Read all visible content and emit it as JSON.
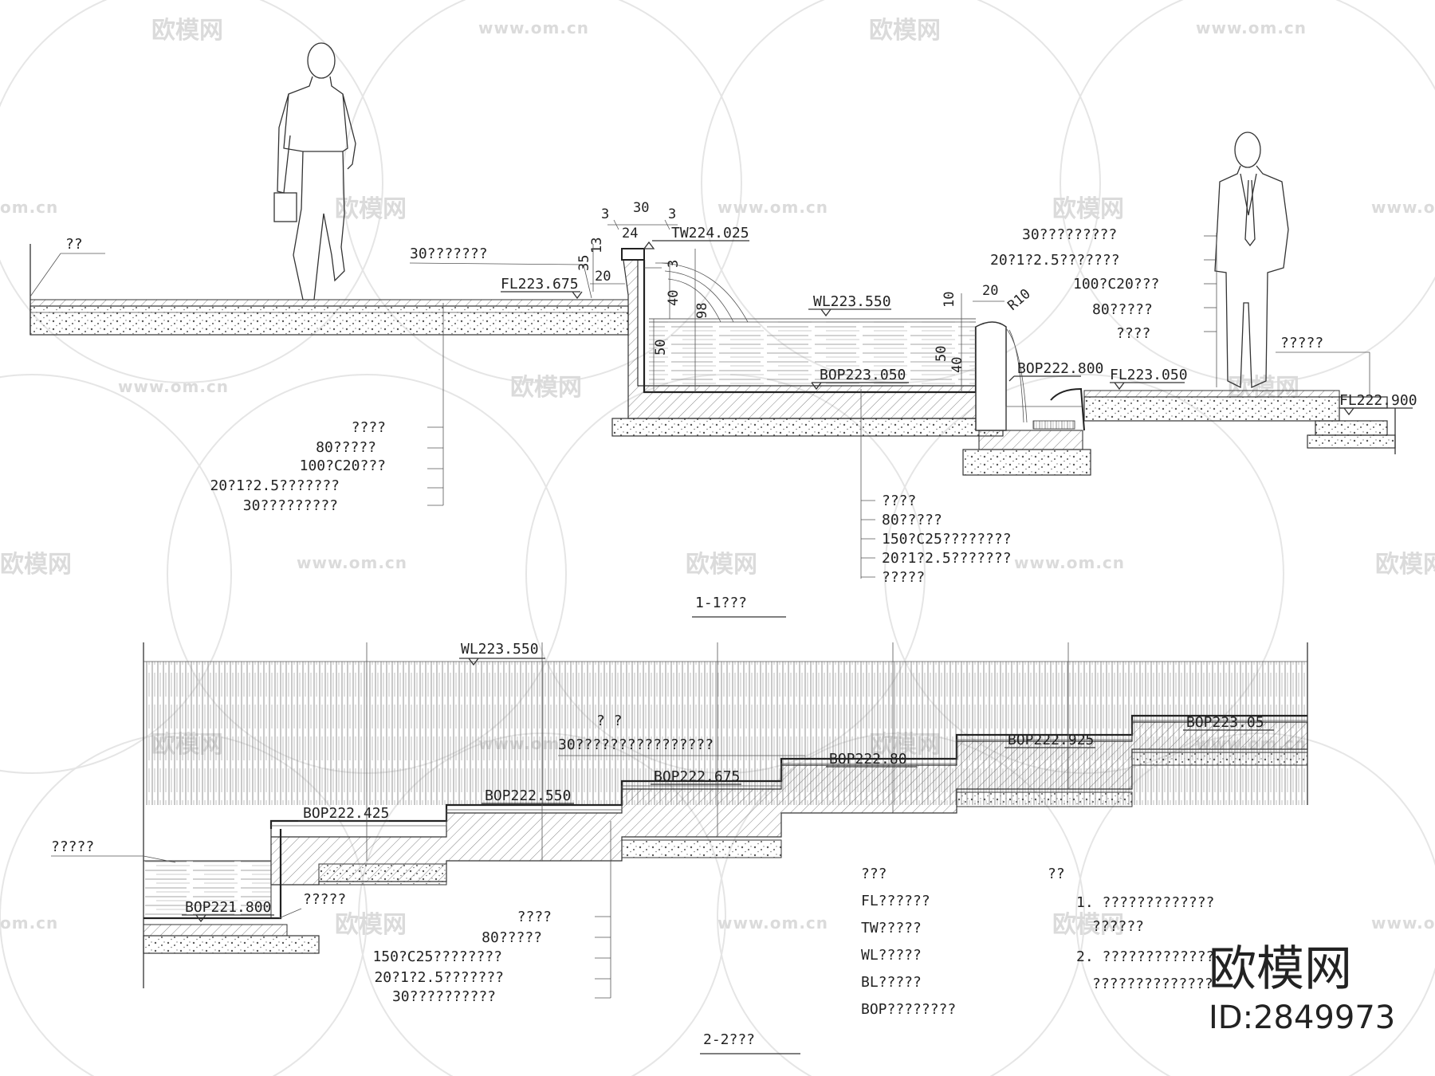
{
  "watermark": {
    "brand": "欧模网",
    "url": "www.om.cn",
    "url_short": "om.cn"
  },
  "brand_mark": {
    "name": "欧模网",
    "id": "ID:2849973"
  },
  "section_1": {
    "title": "1-1???",
    "left_label": "??",
    "top_note": "30???????",
    "left_layers": [
      "????",
      "80?????",
      "100?C20???",
      "20?1?2.5???????",
      "30?????????"
    ],
    "pool_layers": [
      "????",
      "80?????",
      "150?C25????????",
      "20?1?2.5???????",
      "?????"
    ],
    "right_layers": [
      "30?????????",
      "20?1?2.5???????",
      "100?C20???",
      "80?????",
      "????"
    ],
    "right_edge_label": "?????",
    "elevations": {
      "fl_left": "FL223.675",
      "tw": "TW224.025",
      "wl": "WL223.550",
      "bop_pool": "BOP223.050",
      "bop_lower": "BOP222.800",
      "fl_right": "FL223.050",
      "fl_far": "FL222.900"
    },
    "dims": {
      "d30": "30",
      "d3a": "3",
      "d3b": "3",
      "d24": "24",
      "d13": "13",
      "d35": "35",
      "d20a": "20",
      "d3c": "3",
      "d40a": "40",
      "d98": "98",
      "d50a": "50",
      "d10": "10",
      "d20b": "20",
      "r10": "R10",
      "d50b": "50",
      "d40b": "40"
    }
  },
  "section_2": {
    "title": "2-2???",
    "wl": "WL223.550",
    "note_small": "?   ?",
    "note_long": "30????????????????",
    "left_label": "?????",
    "bottom_label": "?????",
    "bop_steps": [
      "BOP221.800",
      "BOP222.425",
      "BOP222.550",
      "BOP222.675",
      "BOP222.80",
      "BOP222.925",
      "BOP223.05"
    ],
    "layers": [
      "????",
      "80?????",
      "150?C25????????",
      "20?1?2.5???????",
      "30??????????"
    ]
  },
  "legend": {
    "header": "???",
    "items": [
      "FL??????",
      "TW?????",
      "WL?????",
      "BL?????",
      "BOP????????"
    ]
  },
  "notes": {
    "header": "??",
    "items": [
      "1. ?????????????",
      "??????",
      "2. ?????????????",
      "??????????????"
    ]
  }
}
